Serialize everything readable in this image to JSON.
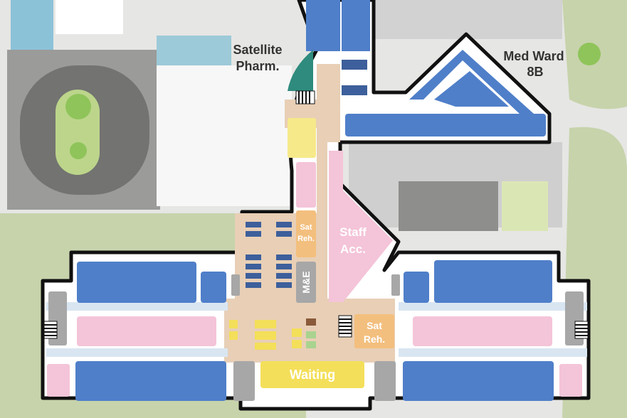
{
  "labels": {
    "satellite_pharm_line1": "Satellite",
    "satellite_pharm_line2": "Pharm.",
    "med_ward_line1": "Med Ward",
    "med_ward_line2": "8B",
    "staff_acc_line1": "Staff",
    "staff_acc_line2": "Acc.",
    "sat_reh_upper_line1": "Sat",
    "sat_reh_upper_line2": "Reh.",
    "sat_reh_lower_line1": "Sat",
    "sat_reh_lower_line2": "Reh.",
    "m_and_e": "M&E",
    "waiting": "Waiting"
  },
  "colors": {
    "ward_blue": "#4f7fc9",
    "staff_pink": "#f4c4d8",
    "sat_orange": "#f3bf7e",
    "waiting_yellow": "#f4df5a",
    "plant_grey": "#a7a7a7",
    "pharmacy_teal": "#2e8b7d",
    "corridor_tan": "#e8cfb6",
    "room_white": "#ffffff",
    "outline_black": "#111111",
    "lawn_green": "#c6d4a9"
  }
}
